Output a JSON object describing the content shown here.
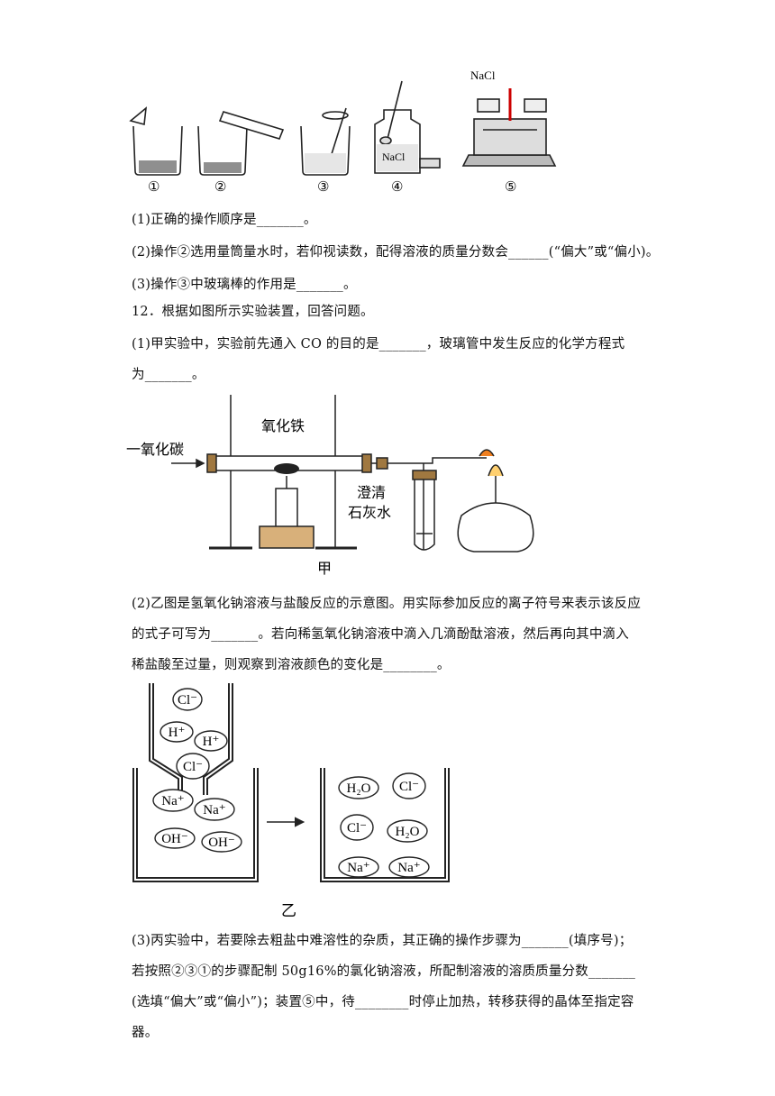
{
  "fig1": {
    "labels": [
      "①",
      "②",
      "③",
      "④",
      "⑤"
    ],
    "nacl_jar": "NaCl",
    "nacl_balance": "NaCl"
  },
  "q11": {
    "p1": "(1)正确的操作顺序是_______。",
    "p2": "(2)操作②选用量筒量水时，若仰视读数，配得溶液的质量分数会______(“偏大”或“偏小)。",
    "p3": "(3)操作③中玻璃棒的作用是_______。"
  },
  "q12": {
    "stem": "12．根据如图所示实验装置，回答问题。",
    "p1a": "(1)甲实验中，实验前先通入 CO 的目的是_______，玻璃管中发生反应的化学方程式",
    "p1b": "为_______。",
    "p2a": "(2)乙图是氢氧化钠溶液与盐酸反应的示意图。用实际参加反应的离子符号来表示该反应",
    "p2b": "的式子可写为_______。若向稀氢氧化钠溶液中滴入几滴酚酞溶液，然后再向其中滴入",
    "p2c": "稀盐酸至过量，则观察到溶液颜色的变化是________。",
    "p3a": "(3)丙实验中，若要除去粗盐中难溶性的杂质，其正确的操作步骤为_______(填序号)；",
    "p3b": "若按照②③①的步骤配制 50g16%的氯化钠溶液，所配制溶液的溶质质量分数_______",
    "p3c": "(选填“偏大”或“偏小”)；装置⑤中，待________时停止加热，转移获得的晶体至指定容",
    "p3d": "器。"
  },
  "fig_jia": {
    "co_label": "一氧化碳",
    "fe2o3_label": "氧化铁",
    "limewater_1": "澄清",
    "limewater_2": "石灰水",
    "caption": "甲"
  },
  "fig_yi": {
    "left_top_ions": [
      "Cl⁻",
      "H⁺",
      "H⁺",
      "Cl⁻"
    ],
    "left_bottom_ions": [
      "Na⁺",
      "Na⁺",
      "OH⁻",
      "OH⁻"
    ],
    "right_ions": [
      "H₂O",
      "Cl⁻",
      "Cl⁻",
      "H₂O",
      "Na⁺",
      "Na⁺"
    ],
    "caption": "乙"
  }
}
